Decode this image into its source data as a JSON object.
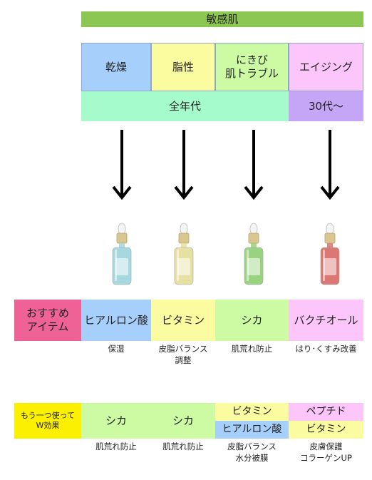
{
  "header": {
    "title": "敏感肌"
  },
  "skin_types": [
    {
      "label": "乾燥",
      "color": "#a7cffb"
    },
    {
      "label": "脂性",
      "color": "#fbfba0"
    },
    {
      "label": "にきび\n肌トラブル",
      "color": "#ccfba4"
    },
    {
      "label": "エイジング",
      "color": "#fdc6fb"
    }
  ],
  "age_bands": [
    {
      "label": "全年代",
      "color": "#a5fbcc"
    },
    {
      "label": "30代～",
      "color": "#c4a5f6"
    }
  ],
  "bottle_colors": [
    "#9ed4dc",
    "#e4de9a",
    "#8fcf72",
    "#d86a66"
  ],
  "recommend": {
    "label": "おすすめ\nアイテム",
    "label_color": "#ef6295",
    "items": [
      {
        "name": "ヒアルロン酸",
        "caption": "保湿",
        "color": "#a7cffb"
      },
      {
        "name": "ビタミン",
        "caption": "皮脂バランス\n調整",
        "color": "#fbfba0"
      },
      {
        "name": "シカ",
        "caption": "肌荒れ防止",
        "color": "#ccfba4"
      },
      {
        "name": "バクチオール",
        "caption": "はり･くすみ改善",
        "color": "#fdc6fb"
      }
    ]
  },
  "combo": {
    "label": "もう一つ使って\nW効果",
    "label_color": "#fbf000",
    "cols": [
      {
        "parts": [
          {
            "name": "シカ",
            "color": "#ccfba4"
          }
        ],
        "caption": "肌荒れ防止"
      },
      {
        "parts": [
          {
            "name": "シカ",
            "color": "#ccfba4"
          }
        ],
        "caption": "肌荒れ防止"
      },
      {
        "parts": [
          {
            "name": "ビタミン",
            "color": "#fbfba0"
          },
          {
            "name": "ヒアルロン酸",
            "color": "#a7cffb"
          }
        ],
        "caption": "皮脂バランス\n水分被膜"
      },
      {
        "parts": [
          {
            "name": "ペプチド",
            "color": "#fdc6fb"
          },
          {
            "name": "ビタミン",
            "color": "#fbfba0"
          }
        ],
        "caption": "皮膚保護\nコラーゲンUP"
      }
    ]
  }
}
